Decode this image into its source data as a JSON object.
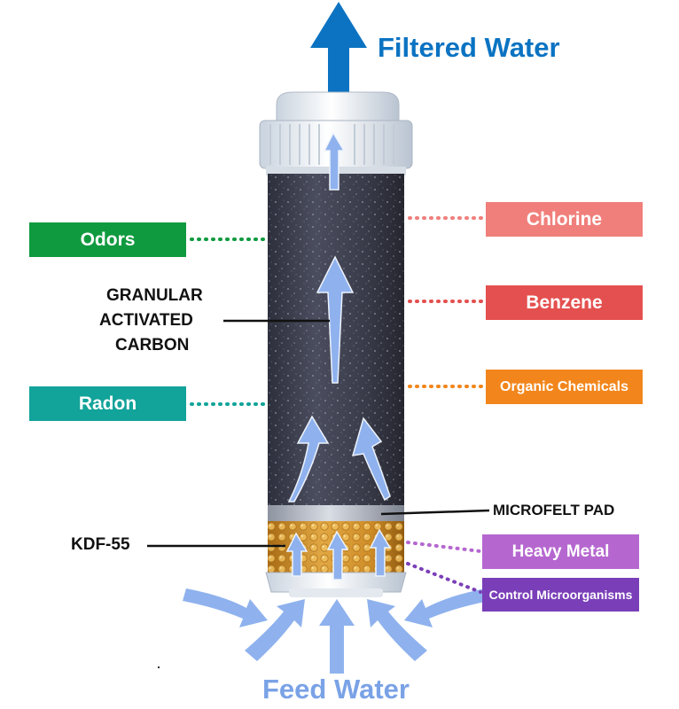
{
  "diagram": {
    "top_label": "Filtered Water",
    "bottom_label": "Feed Water",
    "left_labels": {
      "odors": "Odors",
      "radon": "Radon"
    },
    "right_labels": {
      "chlorine": "Chlorine",
      "benzene": "Benzene",
      "organic_chemicals": "Organic Chemicals",
      "heavy_metal": "Heavy Metal",
      "control_microorganisms": "Control Microorganisms"
    },
    "layer_labels": {
      "granular_line1": "GRANULAR",
      "granular_line2": "ACTIVATED",
      "granular_line3": "CARBON",
      "microfelt": "MICROFELT PAD",
      "kdf": "KDF-55"
    }
  },
  "colors": {
    "filtered_title": "#0b73c2",
    "feed_title": "#7aa2e6",
    "odors": "#109a3f",
    "radon": "#12a39a",
    "chlorine": "#f07f7b",
    "benzene": "#e4504f",
    "organic_chemicals": "#f2861c",
    "heavy_metal": "#b567cf",
    "control_microorganisms": "#7a3fb8",
    "flow_arrow": "#8fb2ee",
    "carbon_body": "#3d4050",
    "kdf_layer": "#d4952a"
  },
  "icons": [
    "up-arrow-icon",
    "flow-arrow-icon",
    "dotted-leader-icon"
  ]
}
